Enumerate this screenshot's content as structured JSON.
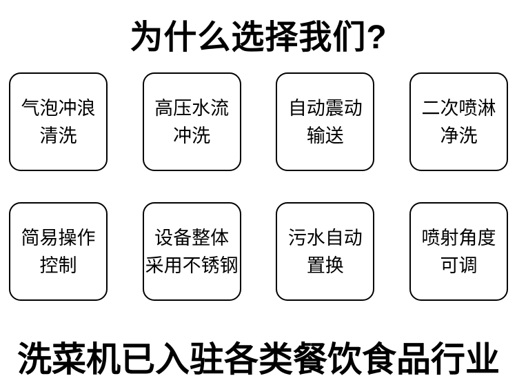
{
  "page": {
    "background_color": "#ffffff",
    "text_color": "#000000",
    "card_border_color": "#000000"
  },
  "header": {
    "title": "为什么选择我们?"
  },
  "features": {
    "items": [
      {
        "line1": "气泡冲浪",
        "line2": "清洗"
      },
      {
        "line1": "高压水流",
        "line2": "冲洗"
      },
      {
        "line1": "自动震动",
        "line2": "输送"
      },
      {
        "line1": "二次喷淋",
        "line2": "净洗"
      },
      {
        "line1": "简易操作",
        "line2": "控制"
      },
      {
        "line1": "设备整体",
        "line2": "采用不锈钢"
      },
      {
        "line1": "污水自动",
        "line2": "置换"
      },
      {
        "line1": "喷射角度",
        "line2": "可调"
      }
    ]
  },
  "footer": {
    "title": "洗菜机已入驻各类餐饮食品行业"
  }
}
